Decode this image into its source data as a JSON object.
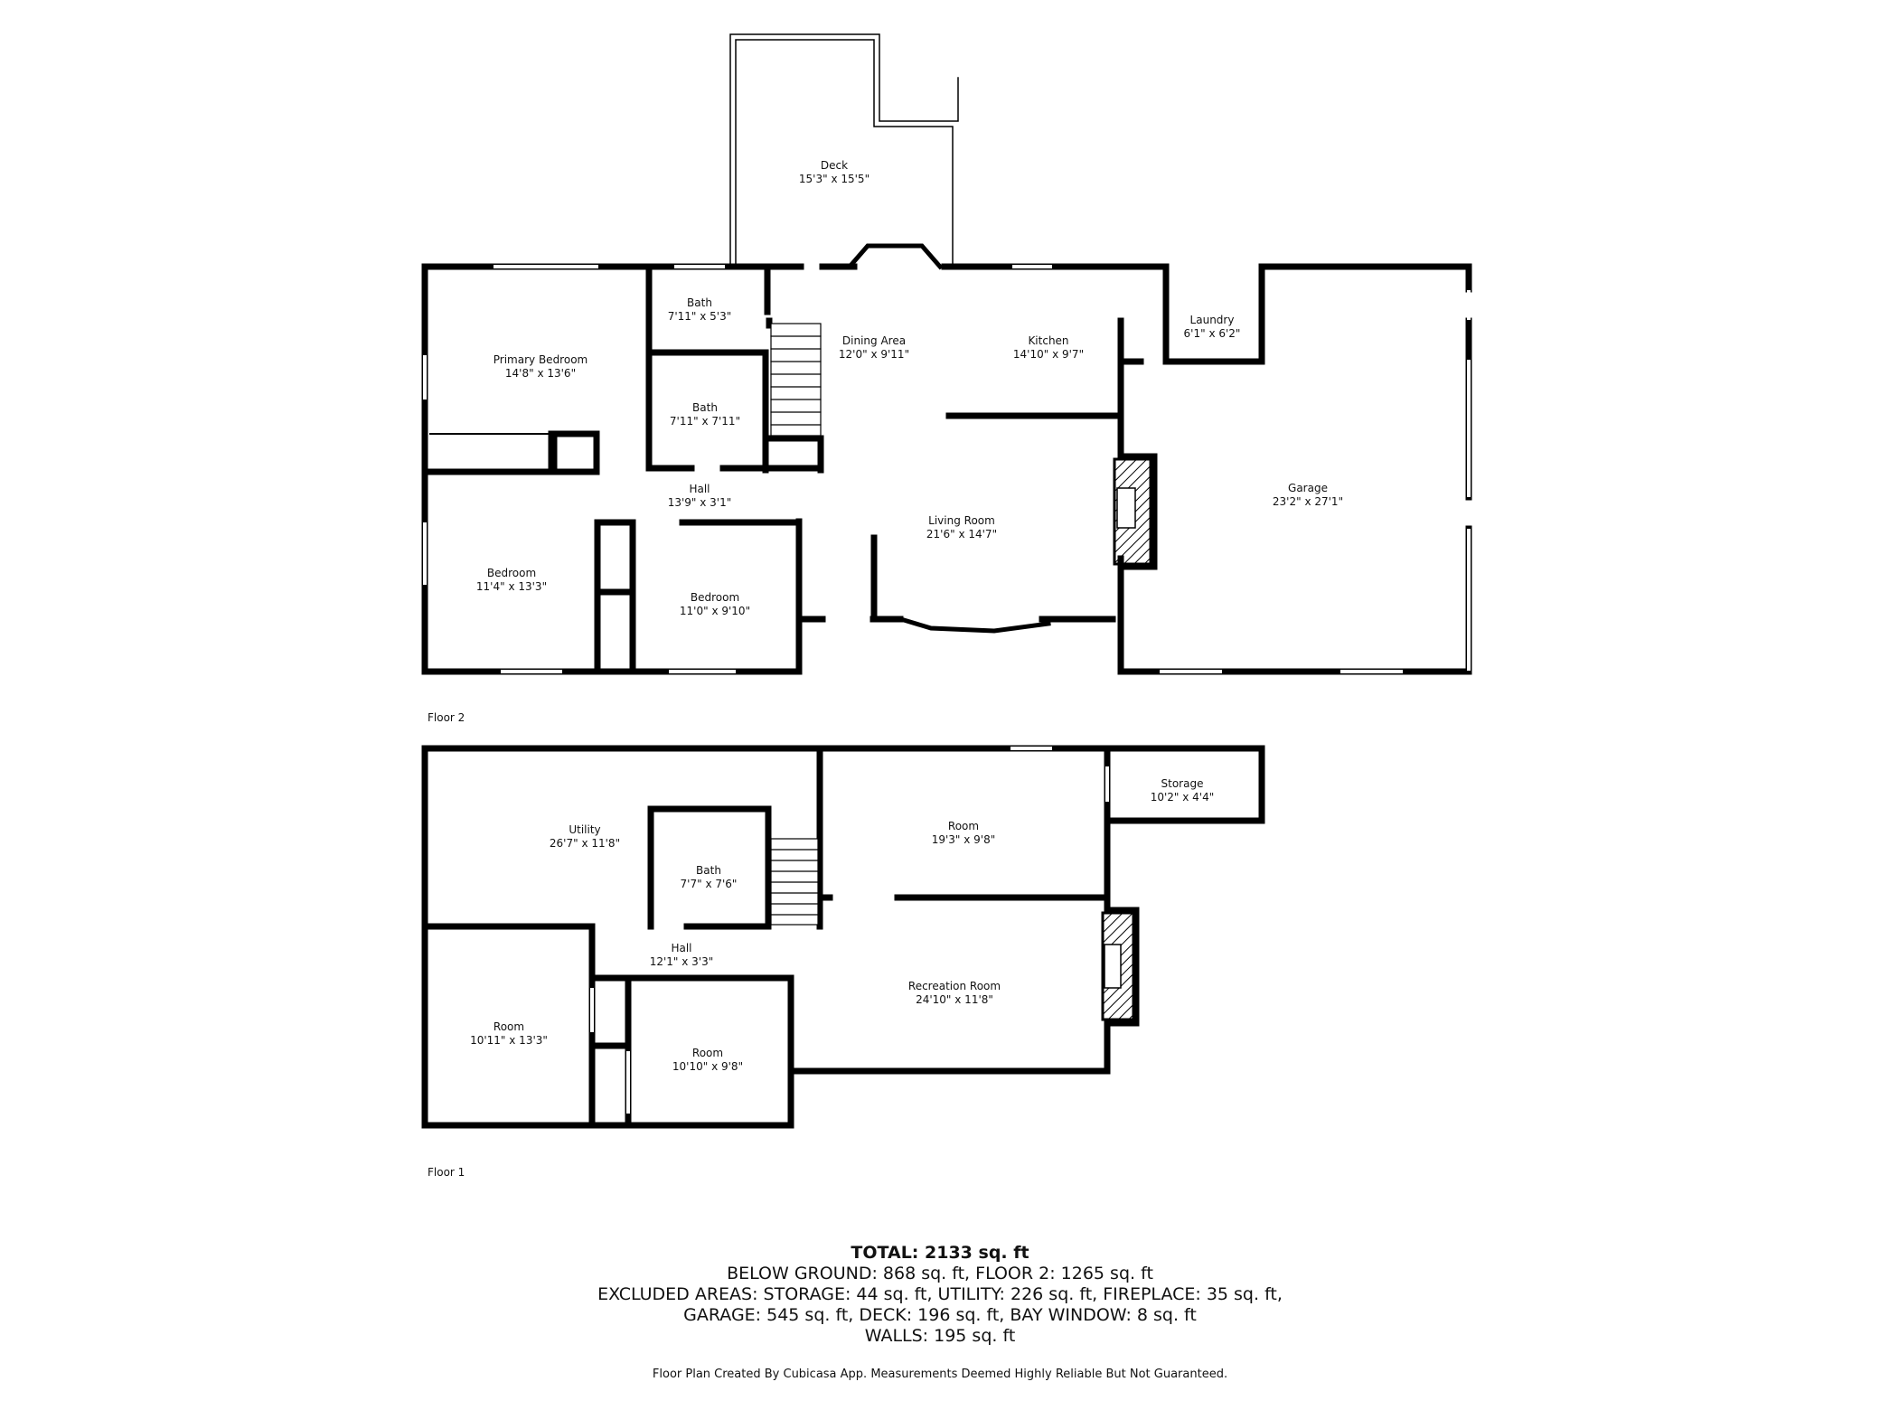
{
  "floors": [
    {
      "label": "Floor 2",
      "rooms": [
        {
          "name": "Deck",
          "dims": "15'3\" x 15'5\""
        },
        {
          "name": "Bath",
          "dims": "7'11\" x 5'3\""
        },
        {
          "name": "Dining Area",
          "dims": "12'0\" x 9'11\""
        },
        {
          "name": "Kitchen",
          "dims": "14'10\" x 9'7\""
        },
        {
          "name": "Laundry",
          "dims": "6'1\" x 6'2\""
        },
        {
          "name": "Primary Bedroom",
          "dims": "14'8\" x 13'6\""
        },
        {
          "name": "Bath",
          "dims": "7'11\" x 7'11\""
        },
        {
          "name": "Hall",
          "dims": "13'9\" x 3'1\""
        },
        {
          "name": "Garage",
          "dims": "23'2\" x 27'1\""
        },
        {
          "name": "Living Room",
          "dims": "21'6\" x 14'7\""
        },
        {
          "name": "Bedroom",
          "dims": "11'4\" x 13'3\""
        },
        {
          "name": "Bedroom",
          "dims": "11'0\" x 9'10\""
        }
      ]
    },
    {
      "label": "Floor 1",
      "rooms": [
        {
          "name": "Storage",
          "dims": "10'2\" x 4'4\""
        },
        {
          "name": "Utility",
          "dims": "26'7\" x 11'8\""
        },
        {
          "name": "Room",
          "dims": "19'3\" x 9'8\""
        },
        {
          "name": "Bath",
          "dims": "7'7\" x 7'6\""
        },
        {
          "name": "Hall",
          "dims": "12'1\" x 3'3\""
        },
        {
          "name": "Recreation Room",
          "dims": "24'10\" x 11'8\""
        },
        {
          "name": "Room",
          "dims": "10'11\" x 13'3\""
        },
        {
          "name": "Room",
          "dims": "10'10\" x 9'8\""
        }
      ]
    }
  ],
  "summary": {
    "total": "TOTAL: 2133 sq. ft",
    "line1": "BELOW GROUND: 868 sq. ft, FLOOR 2: 1265 sq. ft",
    "line2": "EXCLUDED AREAS: STORAGE: 44 sq. ft, UTILITY: 226 sq. ft, FIREPLACE: 35 sq. ft,",
    "line3": "GARAGE: 545 sq. ft, DECK: 196 sq. ft, BAY WINDOW: 8 sq. ft",
    "line4": "WALLS: 195 sq. ft"
  },
  "credit": "Floor Plan Created By Cubicasa App. Measurements Deemed Highly Reliable But Not Guaranteed.",
  "colors": {
    "wall": "#000000",
    "background": "#ffffff"
  }
}
